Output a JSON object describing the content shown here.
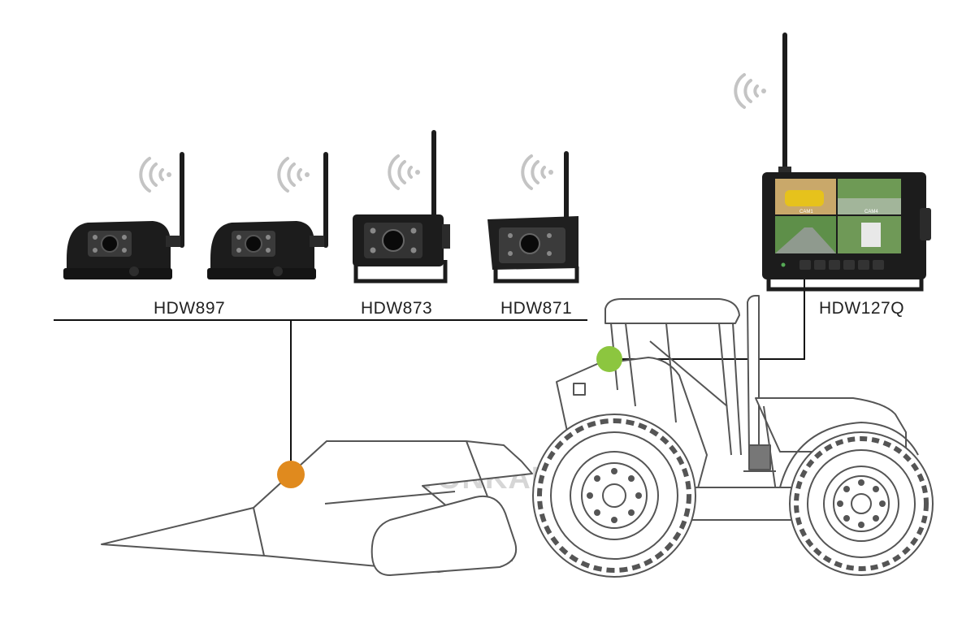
{
  "products": {
    "hdw897": "HDW897",
    "hdw873": "HDW873",
    "hdw871": "HDW871",
    "hdw127q": "HDW127Q"
  },
  "monitor": {
    "screen_labels": [
      "CAM1",
      "CAM4"
    ]
  },
  "watermark": "STONKAM",
  "colors": {
    "line": "#111111",
    "outline": "#555555",
    "camera_body": "#1c1c1c",
    "signal": "#c4c4c4",
    "dot_orange": "#e08a1e",
    "dot_green": "#8cc63f"
  },
  "icons": [
    "wifi-signal-icon",
    "antenna-icon"
  ]
}
